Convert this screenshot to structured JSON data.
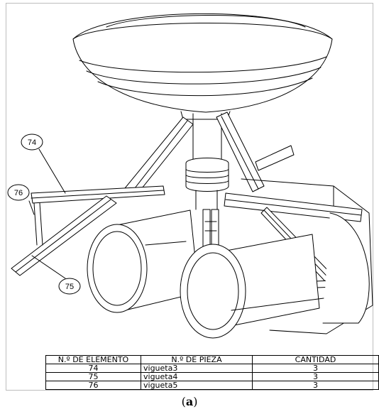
{
  "callouts": [
    "74",
    "76",
    "75"
  ],
  "table": {
    "headers": [
      "N.º DE ELEMENTO",
      "N.º DE PIEZA",
      "CANTIDAD"
    ],
    "rows": [
      [
        "74",
        "vigueta3",
        "3"
      ],
      [
        "75",
        "vigueta4",
        "3"
      ],
      [
        "76",
        "vigueta5",
        "3"
      ]
    ]
  },
  "caption": {
    "open": "(",
    "letter": "a",
    "close": ")"
  }
}
